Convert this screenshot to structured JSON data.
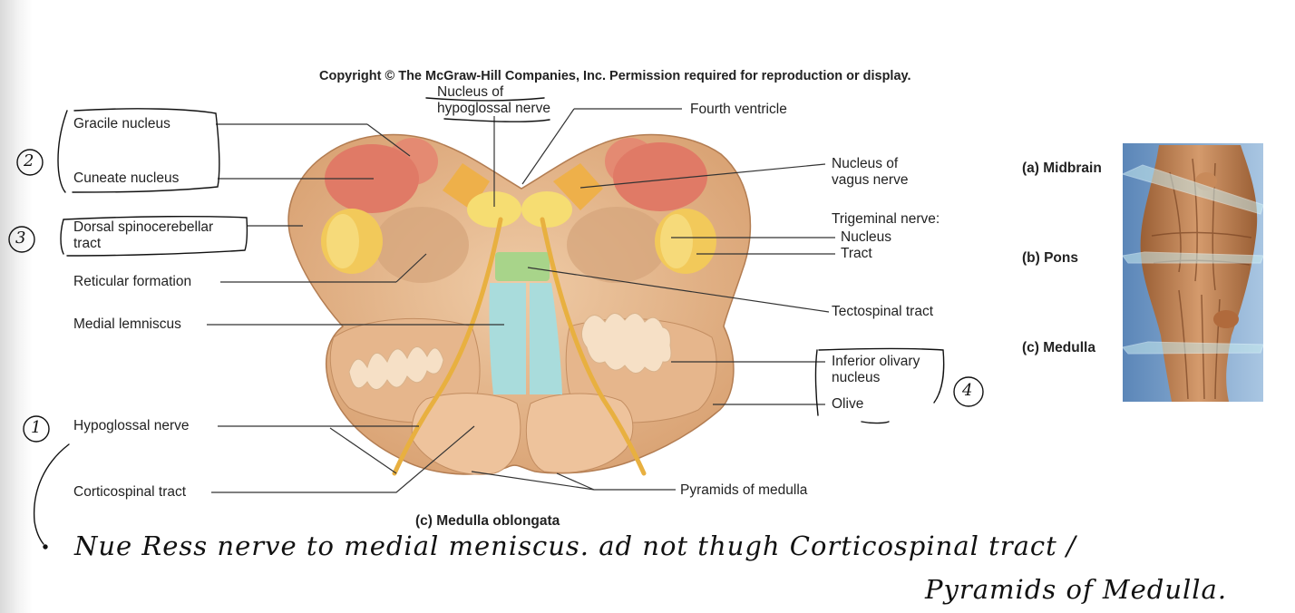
{
  "copyright": "Copyright © The McGraw-Hill Companies, Inc. Permission required for reproduction or display.",
  "labels": {
    "hypoglossal_nucleus_1": "Nucleus of",
    "hypoglossal_nucleus_2": "hypoglossal nerve",
    "fourth_ventricle": "Fourth ventricle",
    "gracile": "Gracile nucleus",
    "cuneate": "Cuneate nucleus",
    "dorsal_spino_1": "Dorsal spinocerebellar",
    "dorsal_spino_2": "tract",
    "reticular": "Reticular formation",
    "medial_lemniscus": "Medial lemniscus",
    "hypoglossal_nerve": "Hypoglossal nerve",
    "corticospinal": "Corticospinal tract",
    "vagus_1": "Nucleus of",
    "vagus_2": "vagus nerve",
    "trigeminal": "Trigeminal nerve:",
    "trig_nucleus": "Nucleus",
    "trig_tract": "Tract",
    "tectospinal": "Tectospinal tract",
    "inferior_olivary_1": "Inferior olivary",
    "inferior_olivary_2": "nucleus",
    "olive": "Olive",
    "pyramids": "Pyramids of medulla"
  },
  "caption": "(c) Medulla oblongata",
  "inset": {
    "midbrain": "(a) Midbrain",
    "pons": "(b) Pons",
    "medulla": "(c) Medulla"
  },
  "handwriting": {
    "num_1": "1",
    "num_2": "2",
    "num_3": "3",
    "num_4": "4",
    "note_line1": "Nue Ress nerve to medial meniscus. ad not thugh Corticospinal tract /",
    "note_line2": "Pyramids of Medulla."
  },
  "colors": {
    "tissue": "#e8b98e",
    "gracile_cuneate": "#e07a66",
    "trigeminal": "#f2c95a",
    "vagus": "#eeb04a",
    "hypoglossal_nucleus": "#f6dd72",
    "tectospinal": "#a8d48a",
    "lemniscus": "#a9dcdc",
    "nerve": "#e8b040",
    "olive_gray": "#f2e4d2"
  }
}
